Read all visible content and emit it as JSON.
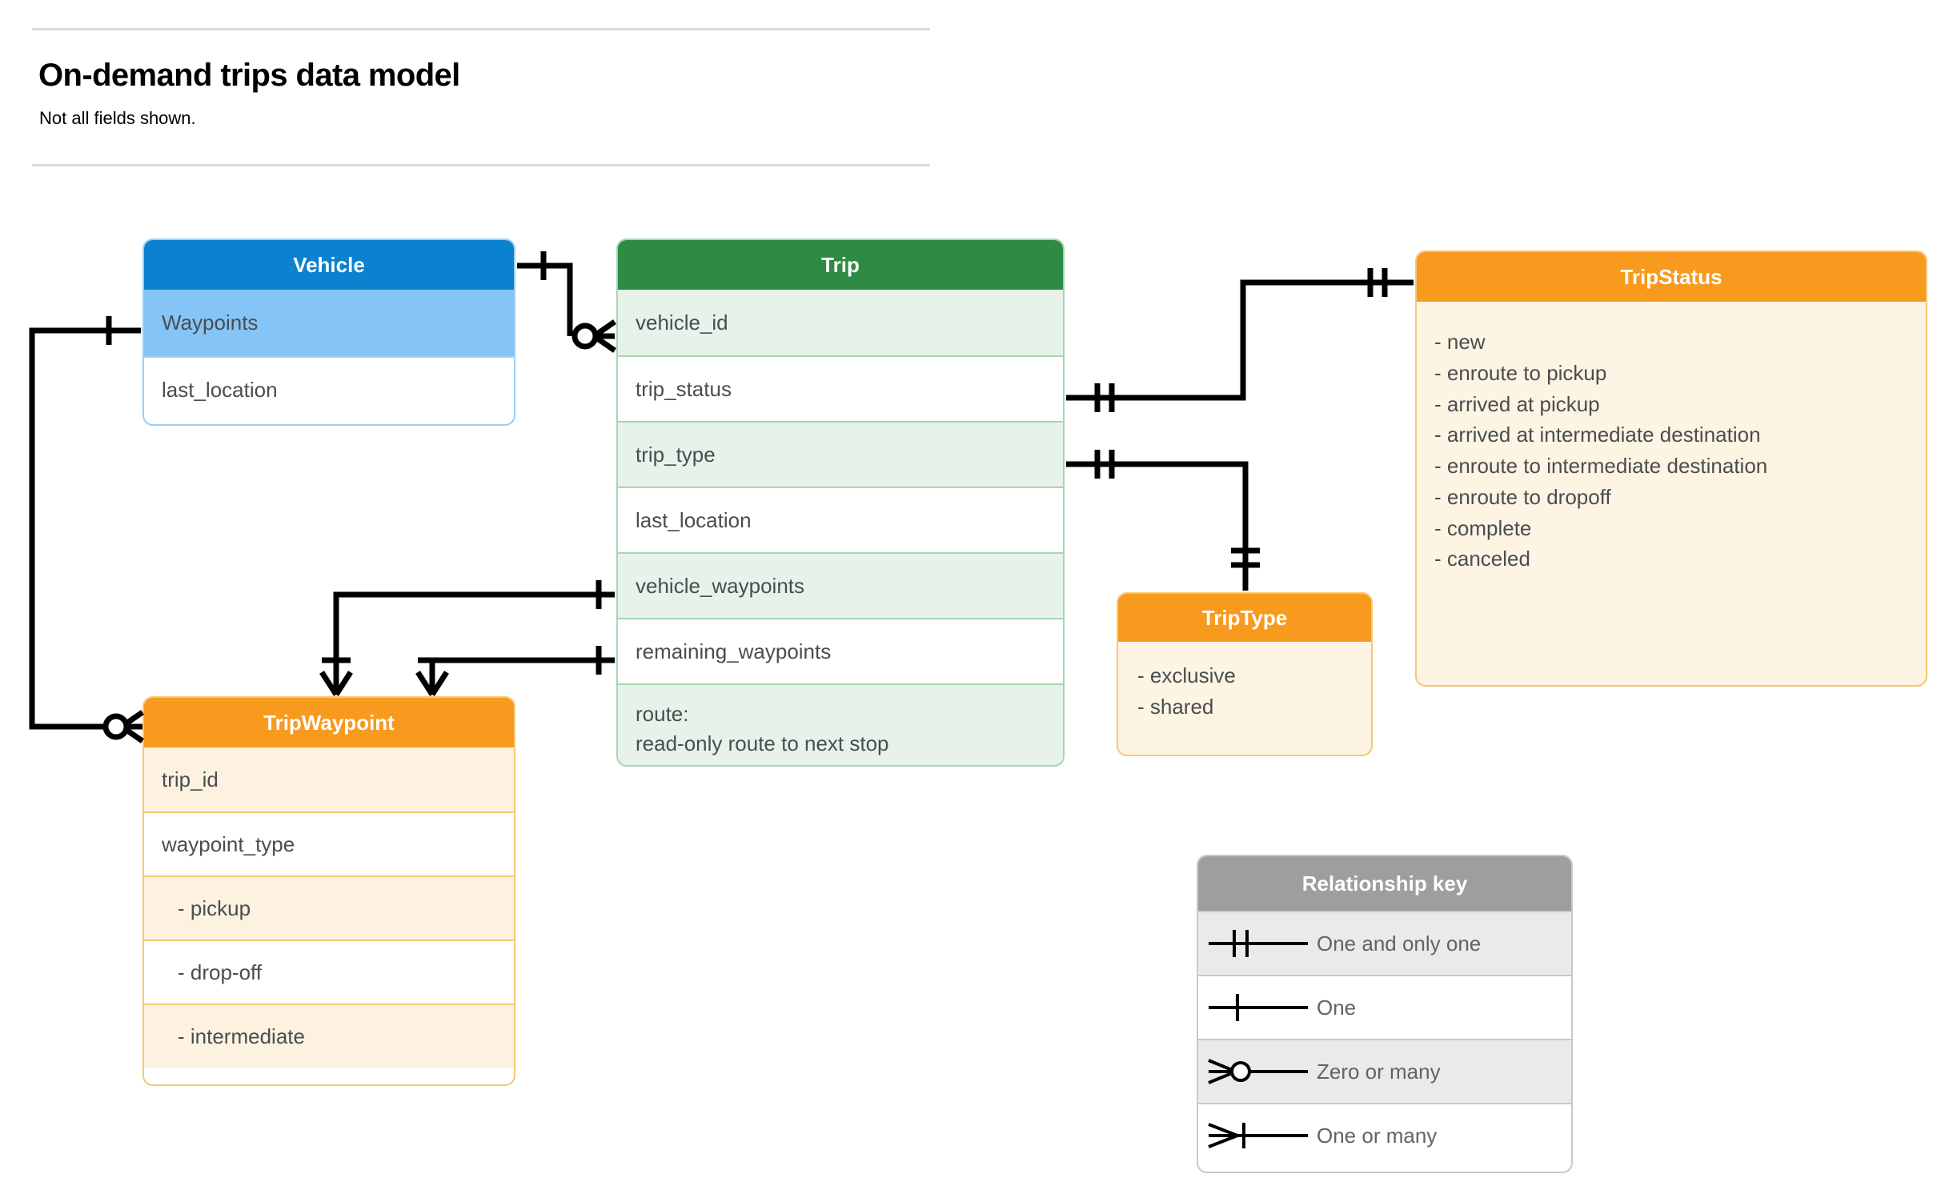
{
  "header": {
    "title": "On-demand trips data model",
    "subtitle": "Not all fields shown."
  },
  "colors": {
    "vehicle_header": "#0b82d0",
    "vehicle_row_alt": "#85c4f7",
    "vehicle_border": "#9ccef5",
    "trip_header": "#2e8b43",
    "trip_row_alt": "#e7f2ea",
    "trip_border": "#a6d5b4",
    "orange_header": "#f79a1e",
    "orange_body": "#fdf4e3",
    "orange_border": "#f7c776",
    "key_header": "#9e9e9e",
    "key_row_alt": "#eaeaea",
    "text": "#4a4d50",
    "line": "#000000"
  },
  "entities": {
    "vehicle": {
      "title": "Vehicle",
      "fields": [
        {
          "label": "Waypoints"
        },
        {
          "label": "last_location"
        }
      ]
    },
    "trip": {
      "title": "Trip",
      "fields": [
        {
          "label": "vehicle_id"
        },
        {
          "label": "trip_status"
        },
        {
          "label": "trip_type"
        },
        {
          "label": "last_location"
        },
        {
          "label": "vehicle_waypoints"
        },
        {
          "label": "remaining_waypoints"
        }
      ],
      "route_field": {
        "line1": "route:",
        "line2": "read-only route to next stop"
      }
    },
    "trip_status": {
      "title": "TripStatus",
      "values": [
        "- new",
        "- enroute to pickup",
        "- arrived at pickup",
        "- arrived at intermediate destination",
        "- enroute to intermediate destination",
        "- enroute to dropoff",
        "- complete",
        "- canceled"
      ]
    },
    "trip_type": {
      "title": "TripType",
      "values": [
        "- exclusive",
        "- shared"
      ]
    },
    "trip_waypoint": {
      "title": "TripWaypoint",
      "fields": [
        {
          "label": "trip_id"
        },
        {
          "label": "waypoint_type"
        },
        {
          "label": "-  pickup"
        },
        {
          "label": "-  drop-off"
        },
        {
          "label": "-  intermediate"
        }
      ]
    }
  },
  "relationship_key": {
    "title": "Relationship key",
    "rows": [
      {
        "symbol": "one-and-only-one",
        "label": "One and only one"
      },
      {
        "symbol": "one",
        "label": "One"
      },
      {
        "symbol": "zero-or-many",
        "label": "Zero or many"
      },
      {
        "symbol": "one-or-many",
        "label": "One or many"
      }
    ]
  }
}
